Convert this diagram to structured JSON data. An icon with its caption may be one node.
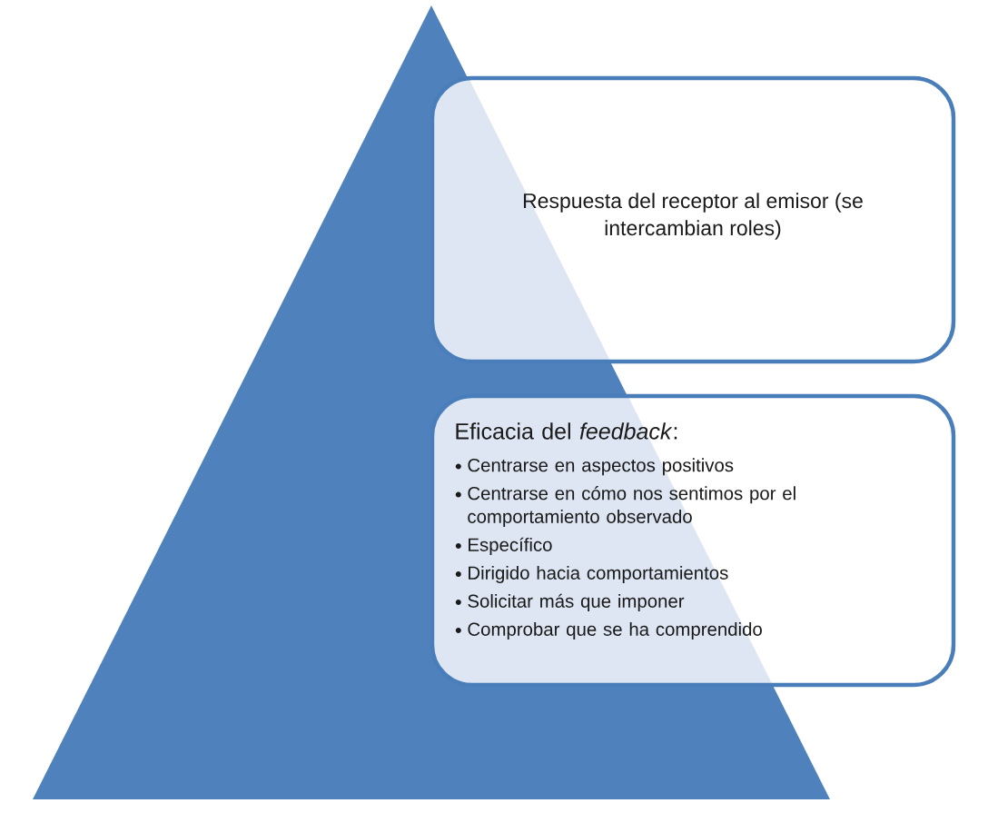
{
  "diagram": {
    "nodes": [
      {
        "text": [],
        "shape": "triangle"
      },
      {
        "text": [
          "Respuesta del receptor al emisor (se intercambian roles)"
        ]
      },
      {
        "text": [
          "Eficacia del *feedback*:",
          "Centrarse en aspectos positivos",
          "Centrarse en cómo nos sentimos por el comportamiento observado",
          "Específico",
          "Dirigido hacia comportamientos",
          "Solicitar más que imponer",
          "Comprobar que se ha comprendido"
        ]
      }
    ]
  }
}
